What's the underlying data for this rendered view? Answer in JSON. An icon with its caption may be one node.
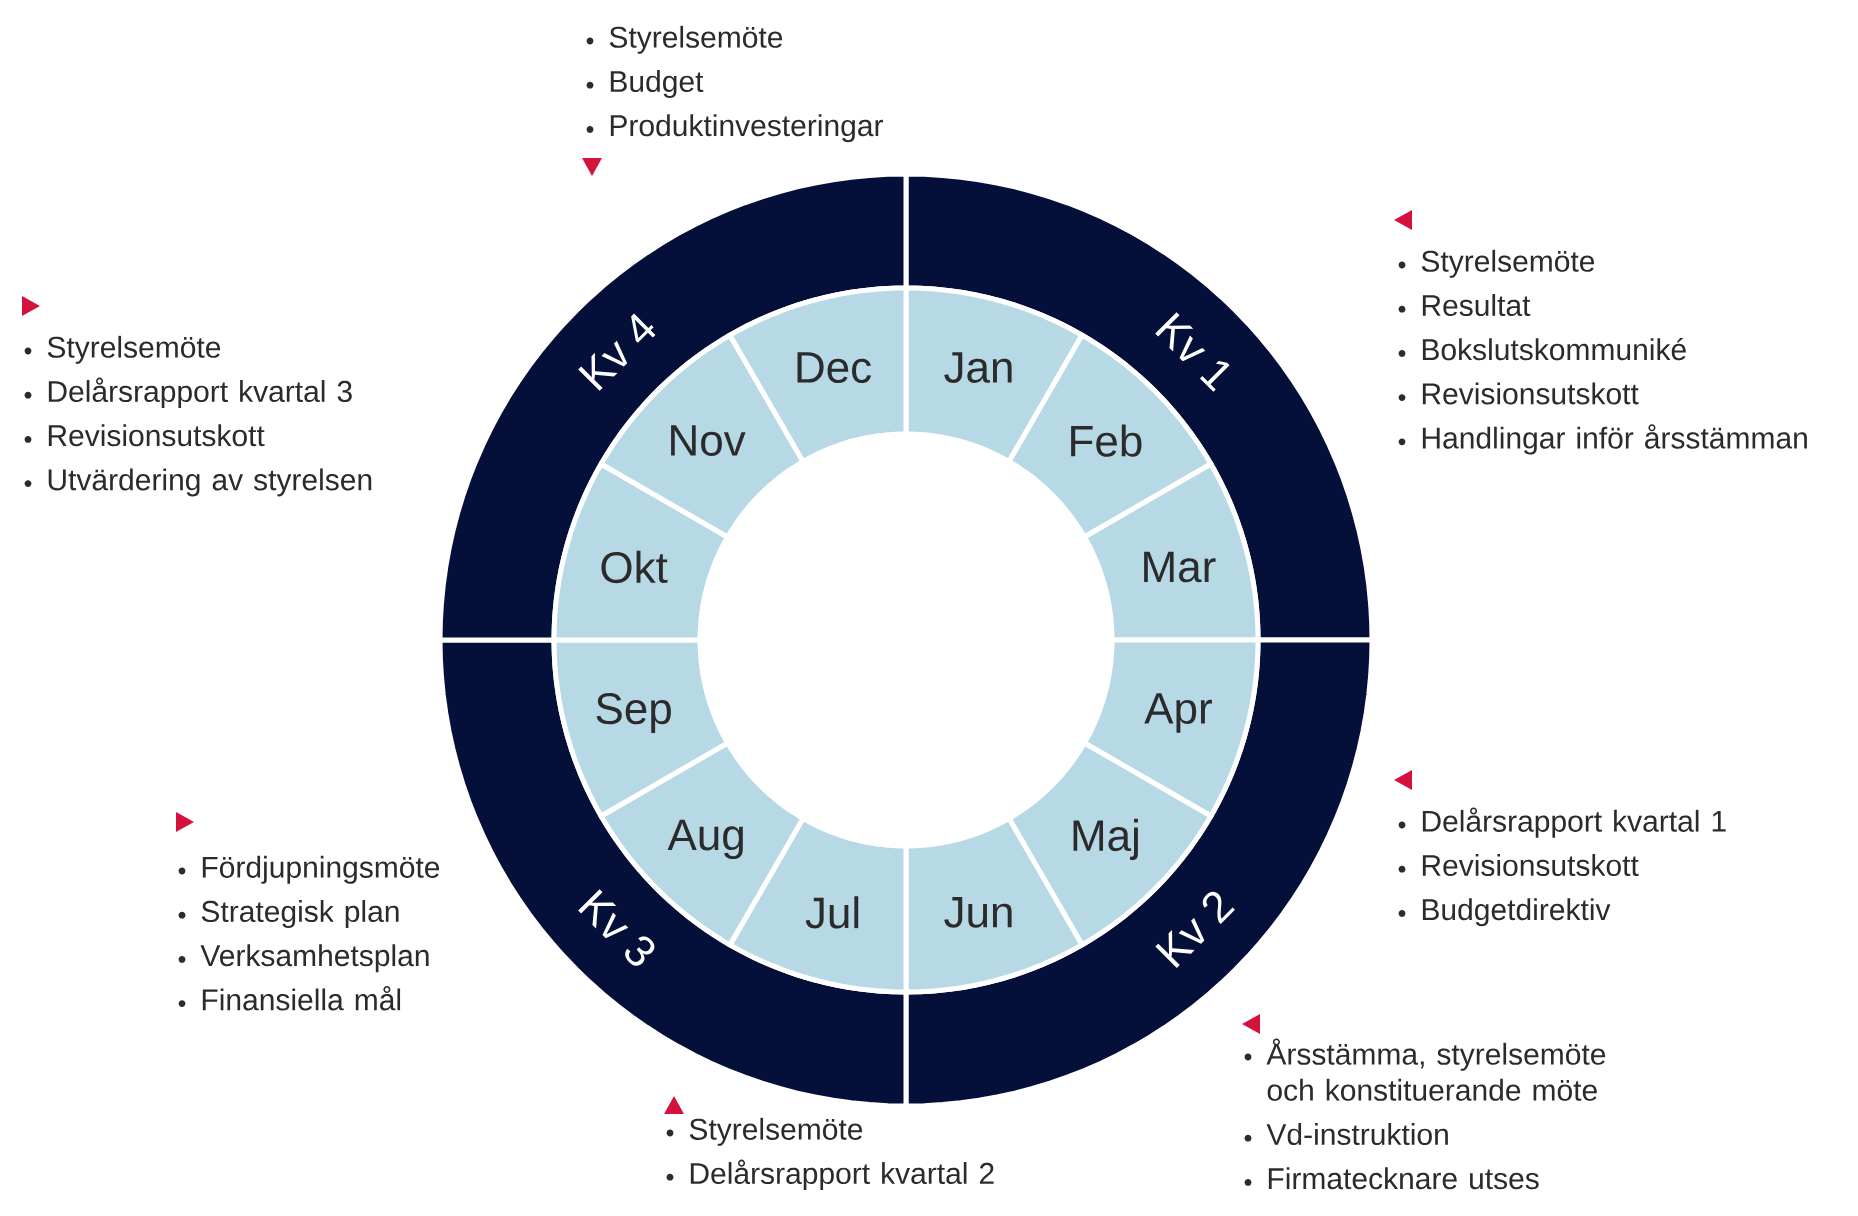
{
  "diagram": {
    "nodes": [
      {
        "text": [
          "Kv 1"
        ]
      },
      {
        "text": [
          "Kv 2"
        ]
      },
      {
        "text": [
          "Kv 3"
        ]
      },
      {
        "text": [
          "Kv 4"
        ]
      },
      {
        "text": [
          "Jan"
        ]
      },
      {
        "text": [
          "Feb"
        ]
      },
      {
        "text": [
          "Mar"
        ]
      },
      {
        "text": [
          "Apr"
        ]
      },
      {
        "text": [
          "Maj"
        ]
      },
      {
        "text": [
          "Jun"
        ]
      },
      {
        "text": [
          "Jul"
        ]
      },
      {
        "text": [
          "Aug"
        ]
      },
      {
        "text": [
          "Sep"
        ]
      },
      {
        "text": [
          "Okt"
        ]
      },
      {
        "text": [
          "Nov"
        ]
      },
      {
        "text": [
          "Dec"
        ]
      }
    ],
    "labels": [
      "Styrelsemöte",
      "Budget",
      "Produktinvesteringar",
      "Styrelsemöte",
      "Resultat",
      "Bokslutskommuniké",
      "Revisionsutskott",
      "Handlingar inför årsstämman",
      "Styrelsemöte",
      "Delårsrapport kvartal 3",
      "Revisionsutskott",
      "Utvärdering av styrelsen",
      "Delårsrapport kvartal 1",
      "Revisionsutskott",
      "Budgetdirektiv",
      "Fördjupningsmöte",
      "Strategisk plan",
      "Verksamhetsplan",
      "Finansiella mål",
      "Årsstämma, styrelsemöte och konstituerande möte",
      "Vd-instruktion",
      "Firmatecknare utses",
      "Styrelsemöte",
      "Delårsrapport kvartal 2"
    ]
  }
}
